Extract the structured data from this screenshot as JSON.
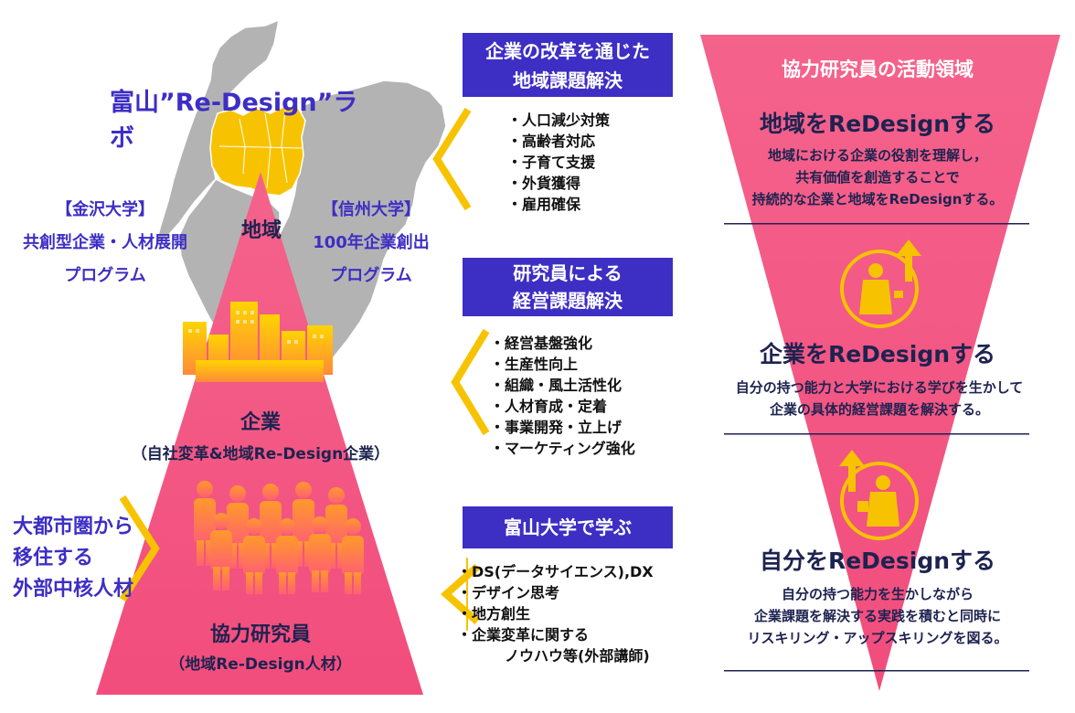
{
  "lab_title": "富山”Re-Design”ラボ",
  "kanazawa": {
    "name": "【金沢大学】",
    "line1": "共創型企業・人材展開",
    "line2": "プログラム"
  },
  "shinshu": {
    "name": "【信州大学】",
    "line1": "100年企業創出",
    "line2": "プログラム"
  },
  "pyramid": {
    "region": "地域",
    "company": "企業",
    "company_sub": "（自社変革&地域Re-Design企業）",
    "researcher": "協力研究員",
    "researcher_sub": "（地域Re-Design人材）"
  },
  "migrants": {
    "line1": "大都市圏から",
    "line2": "移住する",
    "line3": "外部中核人材"
  },
  "box1": {
    "title1": "企業の改革を通じた",
    "title2": "地域課題解決",
    "items": [
      "・人口減少対策",
      "・高齢者対応",
      "・子育て支援",
      "・外貨獲得",
      "・雇用確保"
    ]
  },
  "box2": {
    "title1": "研究員による",
    "title2": "経営課題解決",
    "items": [
      "・経営基盤強化",
      "・生産性向上",
      "・組織・風土活性化",
      "・人材育成・定着",
      "・事業開発・立上げ",
      "・マーケティング強化"
    ]
  },
  "box3": {
    "title": "富山大学で学ぶ",
    "items": [
      "・DS(データサイエンス),DX",
      "・デザイン思考",
      "・地方創生",
      "・企業変革に関する",
      "ノウハウ等(外部講師)"
    ]
  },
  "right": {
    "header": "協力研究員の活動領域",
    "s1_title": "地域をReDesignする",
    "s1_lines": [
      "地域における企業の役割を理解し，",
      "共有価値を創造することで",
      "持続的な企業と地域をReDesignする。"
    ],
    "s2_title": "企業をReDesignする",
    "s2_lines": [
      "自分の持つ能力と大学における学びを生かして",
      "企業の具体的経営課題を解決する。"
    ],
    "s3_title": "自分をReDesignする",
    "s3_lines": [
      "自分の持つ能力を生かしながら",
      "企業課題を解決する実践を積むと同時に",
      "リスキリング・アップスキリングを図る。"
    ]
  },
  "colors": {
    "accent_blue": "#3d2ec4",
    "pink": "#f45a85",
    "gold": "#f7c300",
    "navy": "#1d2350",
    "map_gray": "#b3b3b3"
  }
}
